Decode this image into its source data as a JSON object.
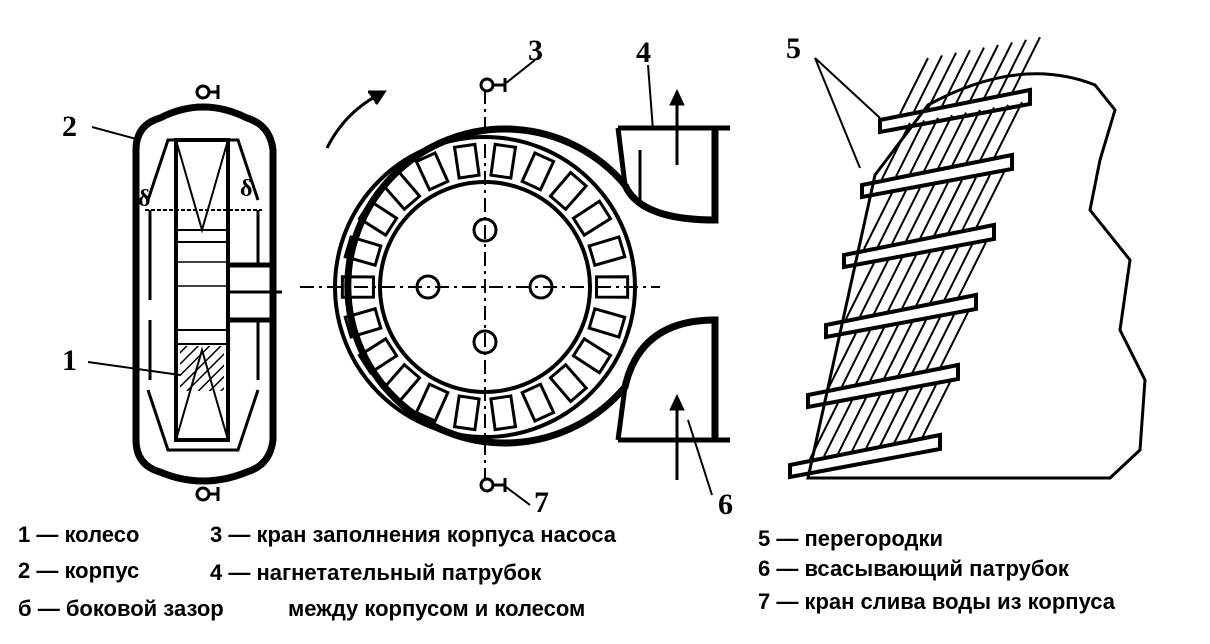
{
  "callouts": {
    "n1": "1",
    "n2": "2",
    "n3": "3",
    "n4": "4",
    "n5": "5",
    "n6": "6",
    "n7": "7",
    "gap_left": "δ",
    "gap_right": "δ"
  },
  "legend": {
    "item1": "1 — колесо",
    "item2": "2 — корпус",
    "item3": "3 — кран заполнения корпуса насоса",
    "item4": "4 — нагнетательный патрубок",
    "item5": "5 — перегородки",
    "item6": "6 — всасывающий патрубок",
    "item7": "7 — кран слива воды из корпуса",
    "item_b1": "б — боковой зазор",
    "item_b2": "между корпусом и колесом"
  }
}
